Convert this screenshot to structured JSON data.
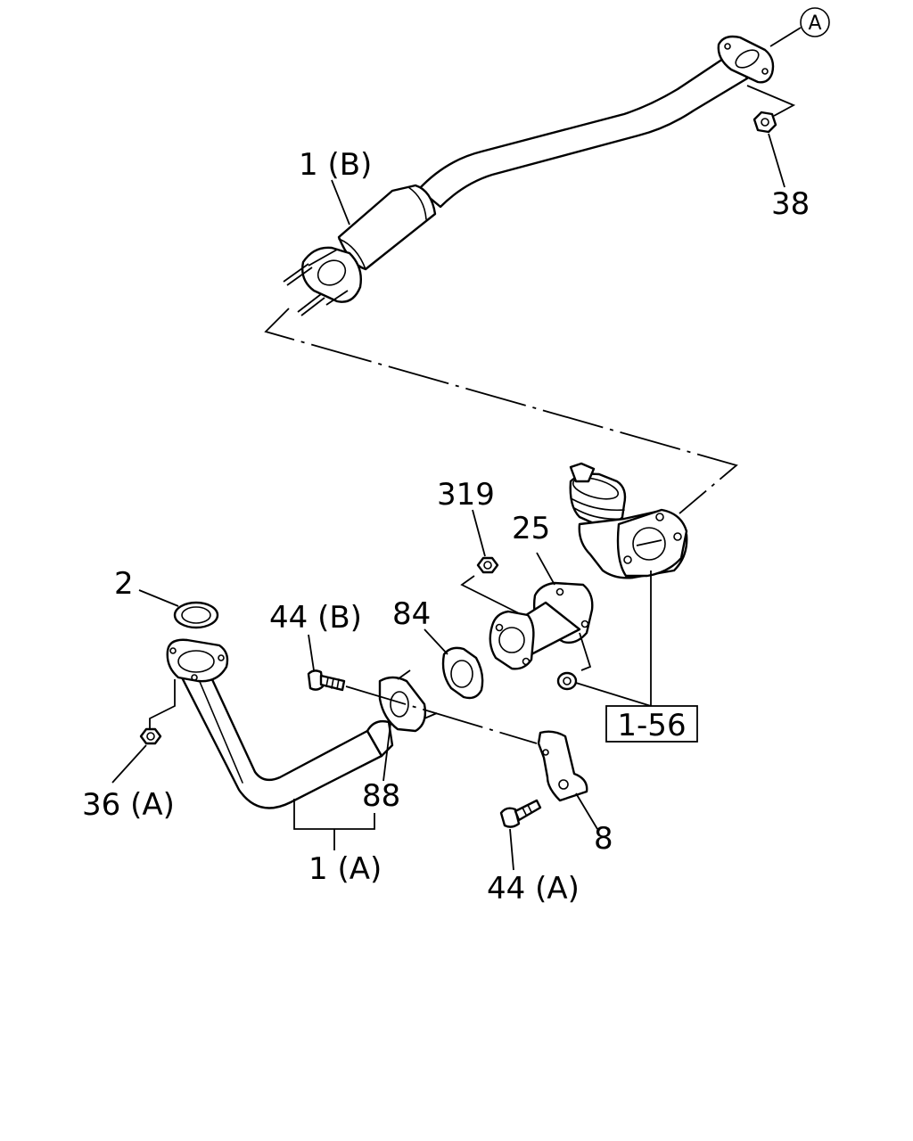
{
  "diagram": {
    "callouts": {
      "ref_a": "A",
      "p38": "38",
      "p1b": "1 (B)",
      "p319": "319",
      "p25": "25",
      "p2": "2",
      "p84": "84",
      "p44b": "44 (B)",
      "p1_56": "1-56",
      "p36a": "36 (A)",
      "p88": "88",
      "p8": "8",
      "p1a": "1 (A)",
      "p44a": "44 (A)"
    }
  }
}
